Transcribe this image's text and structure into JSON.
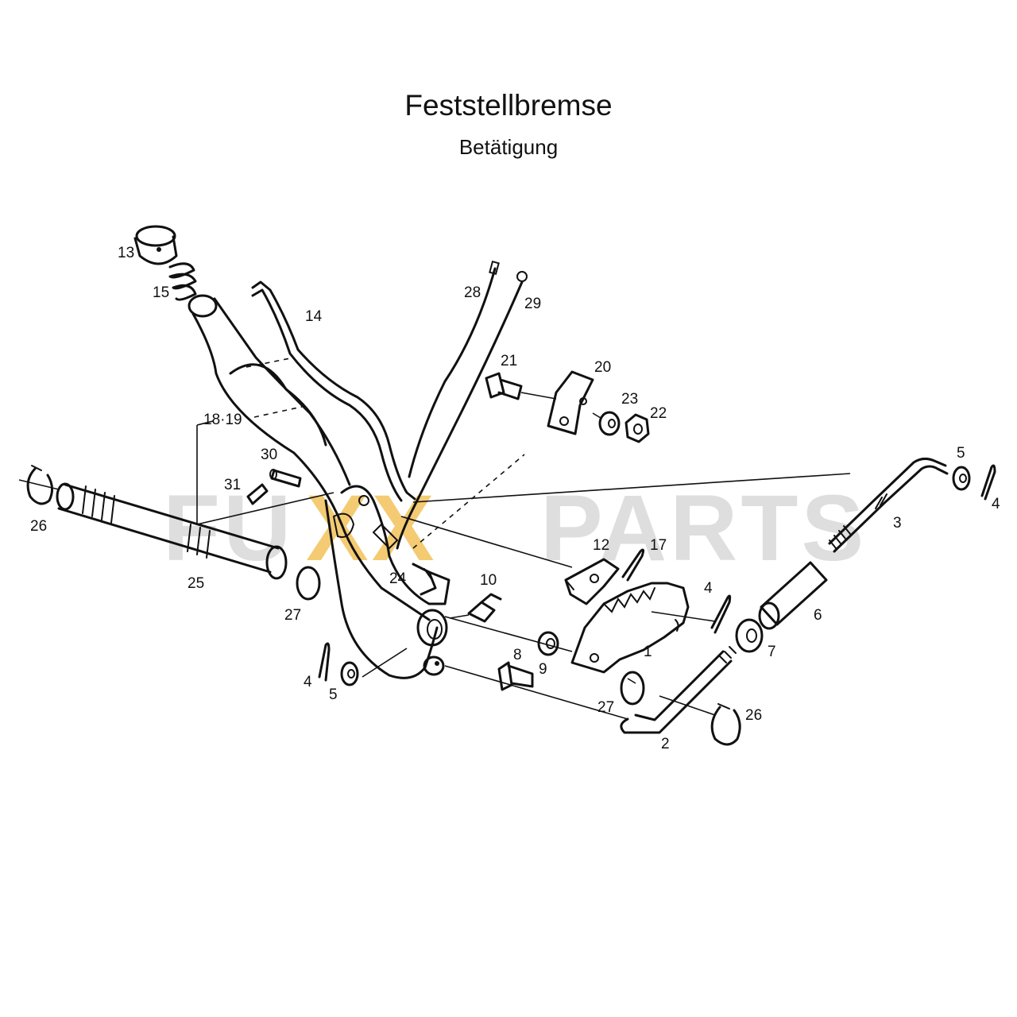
{
  "title": "Feststellbremse",
  "subtitle": "Betätigung",
  "watermark": {
    "left": "FU",
    "middle": "XX",
    "right": "PARTS",
    "accent_color": "#f3c35a",
    "gray_color": "#d9d9d9"
  },
  "callouts": {
    "n1": "1",
    "n2": "2",
    "n3": "3",
    "n4a": "4",
    "n4b": "4",
    "n4c": "4",
    "n5a": "5",
    "n5b": "5",
    "n6": "6",
    "n7": "7",
    "n8": "8",
    "n9": "9",
    "n10": "10",
    "n12": "12",
    "n13": "13",
    "n14": "14",
    "n15": "15",
    "n17": "17",
    "n1819": "18·19",
    "n20": "20",
    "n21": "21",
    "n22": "22",
    "n23": "23",
    "n24": "24",
    "n25": "25",
    "n26a": "26",
    "n26b": "26",
    "n27a": "27",
    "n27b": "27",
    "n28": "28",
    "n29": "29",
    "n30": "30",
    "n31": "31"
  }
}
